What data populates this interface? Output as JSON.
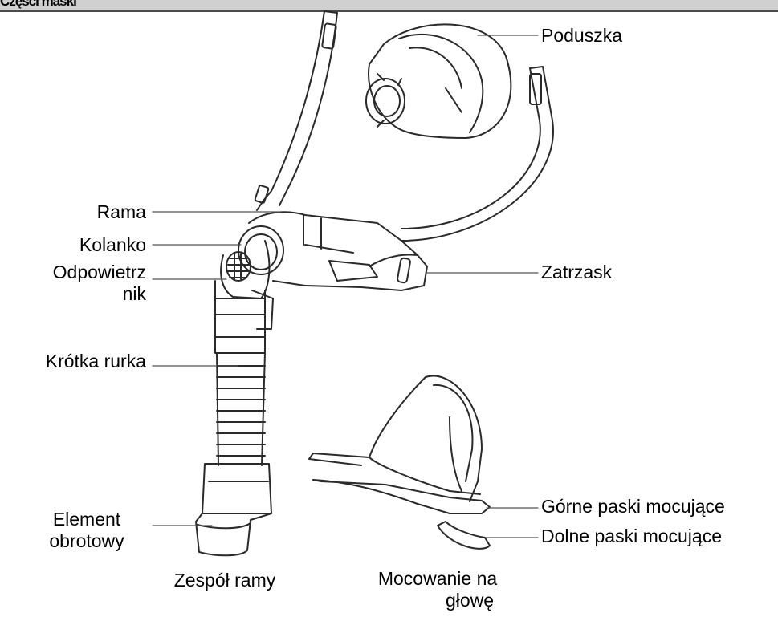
{
  "header": {
    "title": "Części maski"
  },
  "labels": {
    "cushion": "Poduszka",
    "frame": "Rama",
    "elbow": "Kolanko",
    "vent_line1": "Odpowietrz",
    "vent_line2": "nik",
    "clip": "Zatrzask",
    "short_tube": "Krótka rurka",
    "swivel_line1": "Element",
    "swivel_line2": "obrotowy",
    "upper_straps": "Górne paski mocujące",
    "lower_straps": "Dolne paski mocujące"
  },
  "captions": {
    "frame_assembly": "Zespół ramy",
    "headgear_line1": "Mocowanie na",
    "headgear_line2": "głowę"
  },
  "colors": {
    "line": "#2a2a2a",
    "leader": "#555555",
    "header_bg": "#d0d0d0"
  }
}
